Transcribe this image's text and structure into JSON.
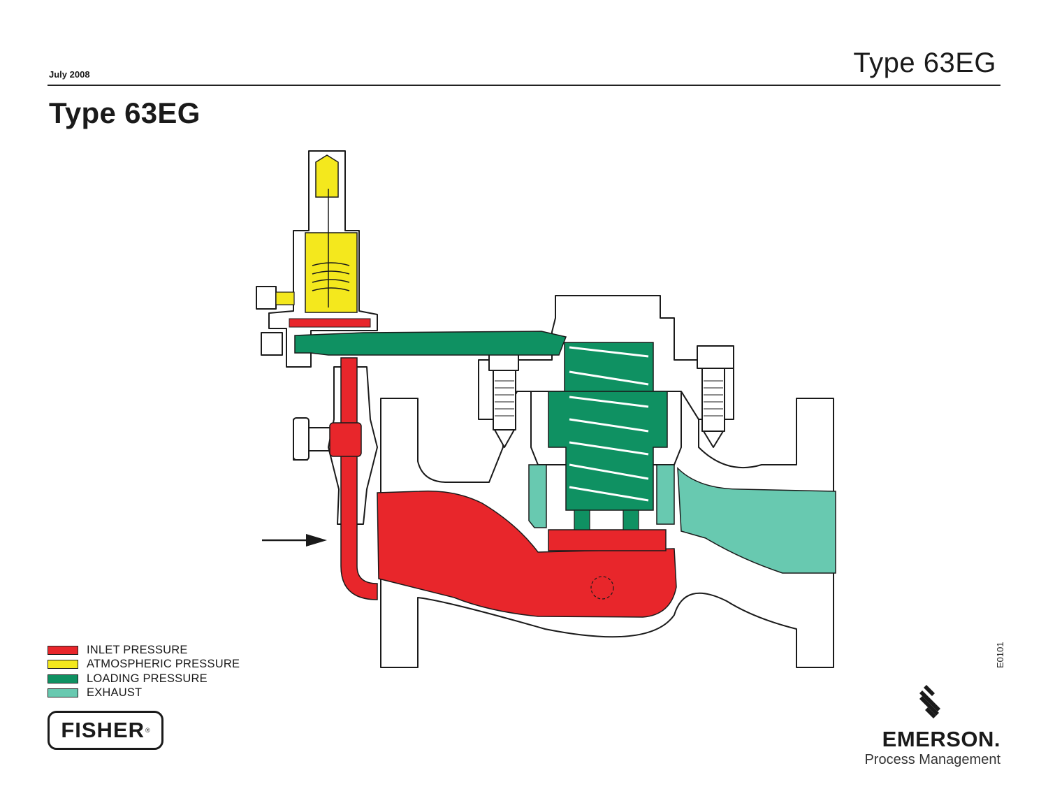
{
  "header": {
    "date": "July 2008",
    "title": "Type 63EG"
  },
  "page_title": "Type 63EG",
  "figure_id": "E0101",
  "legend": [
    {
      "label": "INLET PRESSURE",
      "color": "#e8262b"
    },
    {
      "label": "ATMOSPHERIC PRESSURE",
      "color": "#f4e81d"
    },
    {
      "label": "LOADING PRESSURE",
      "color": "#0f9162"
    },
    {
      "label": "EXHAUST",
      "color": "#68c9b0"
    }
  ],
  "colors": {
    "inlet": "#e8262b",
    "atmospheric": "#f4e81d",
    "loading": "#0f9162",
    "exhaust": "#68c9b0",
    "outline": "#1a1a1a",
    "body": "#ffffff"
  },
  "logos": {
    "fisher": "FISHER",
    "emerson": "EMERSON.",
    "emerson_sub": "Process Management"
  }
}
